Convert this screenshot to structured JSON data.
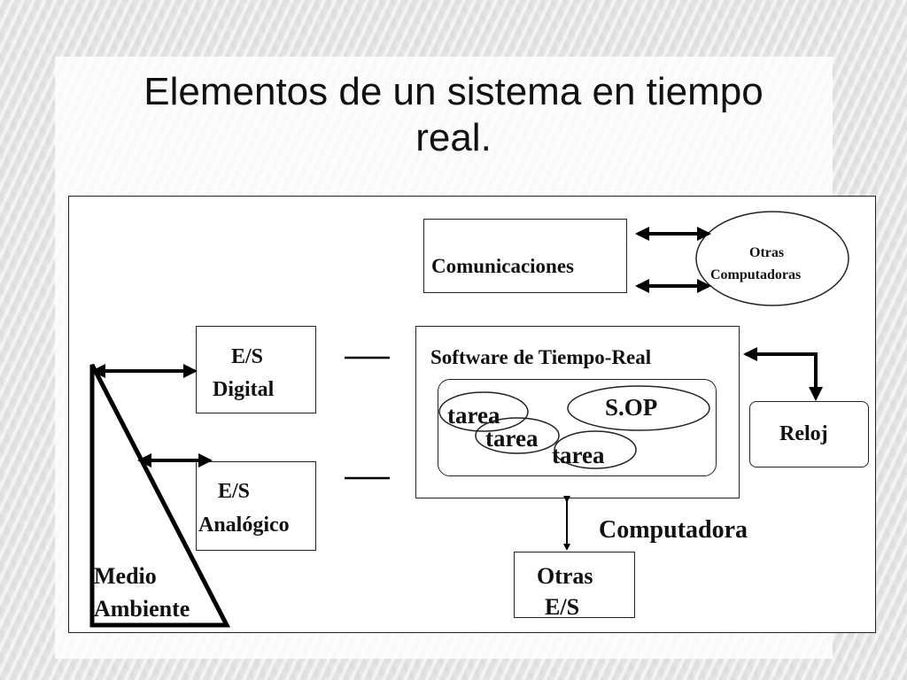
{
  "slide": {
    "title_line1": "Elementos de un sistema en tiempo",
    "title_line2": "real."
  },
  "diagram": {
    "comunicaciones": "Comunicaciones",
    "otras_computadoras_line1": "Otras",
    "otras_computadoras_line2": "Computadoras",
    "es_digital_line1": "E/S",
    "es_digital_line2": "Digital",
    "es_analogico_line1": "E/S",
    "es_analogico_line2": "Analógico",
    "software": "Software de Tiempo-Real",
    "tarea_1": "tarea",
    "tarea_2": "tarea",
    "tarea_3": "tarea",
    "sop": "S.OP",
    "reloj": "Reloj",
    "computadora": "Computadora",
    "otras_es_line1": "Otras",
    "otras_es_line2": "E/S",
    "medio_line1": "Medio",
    "medio_line2": "Ambiente"
  }
}
